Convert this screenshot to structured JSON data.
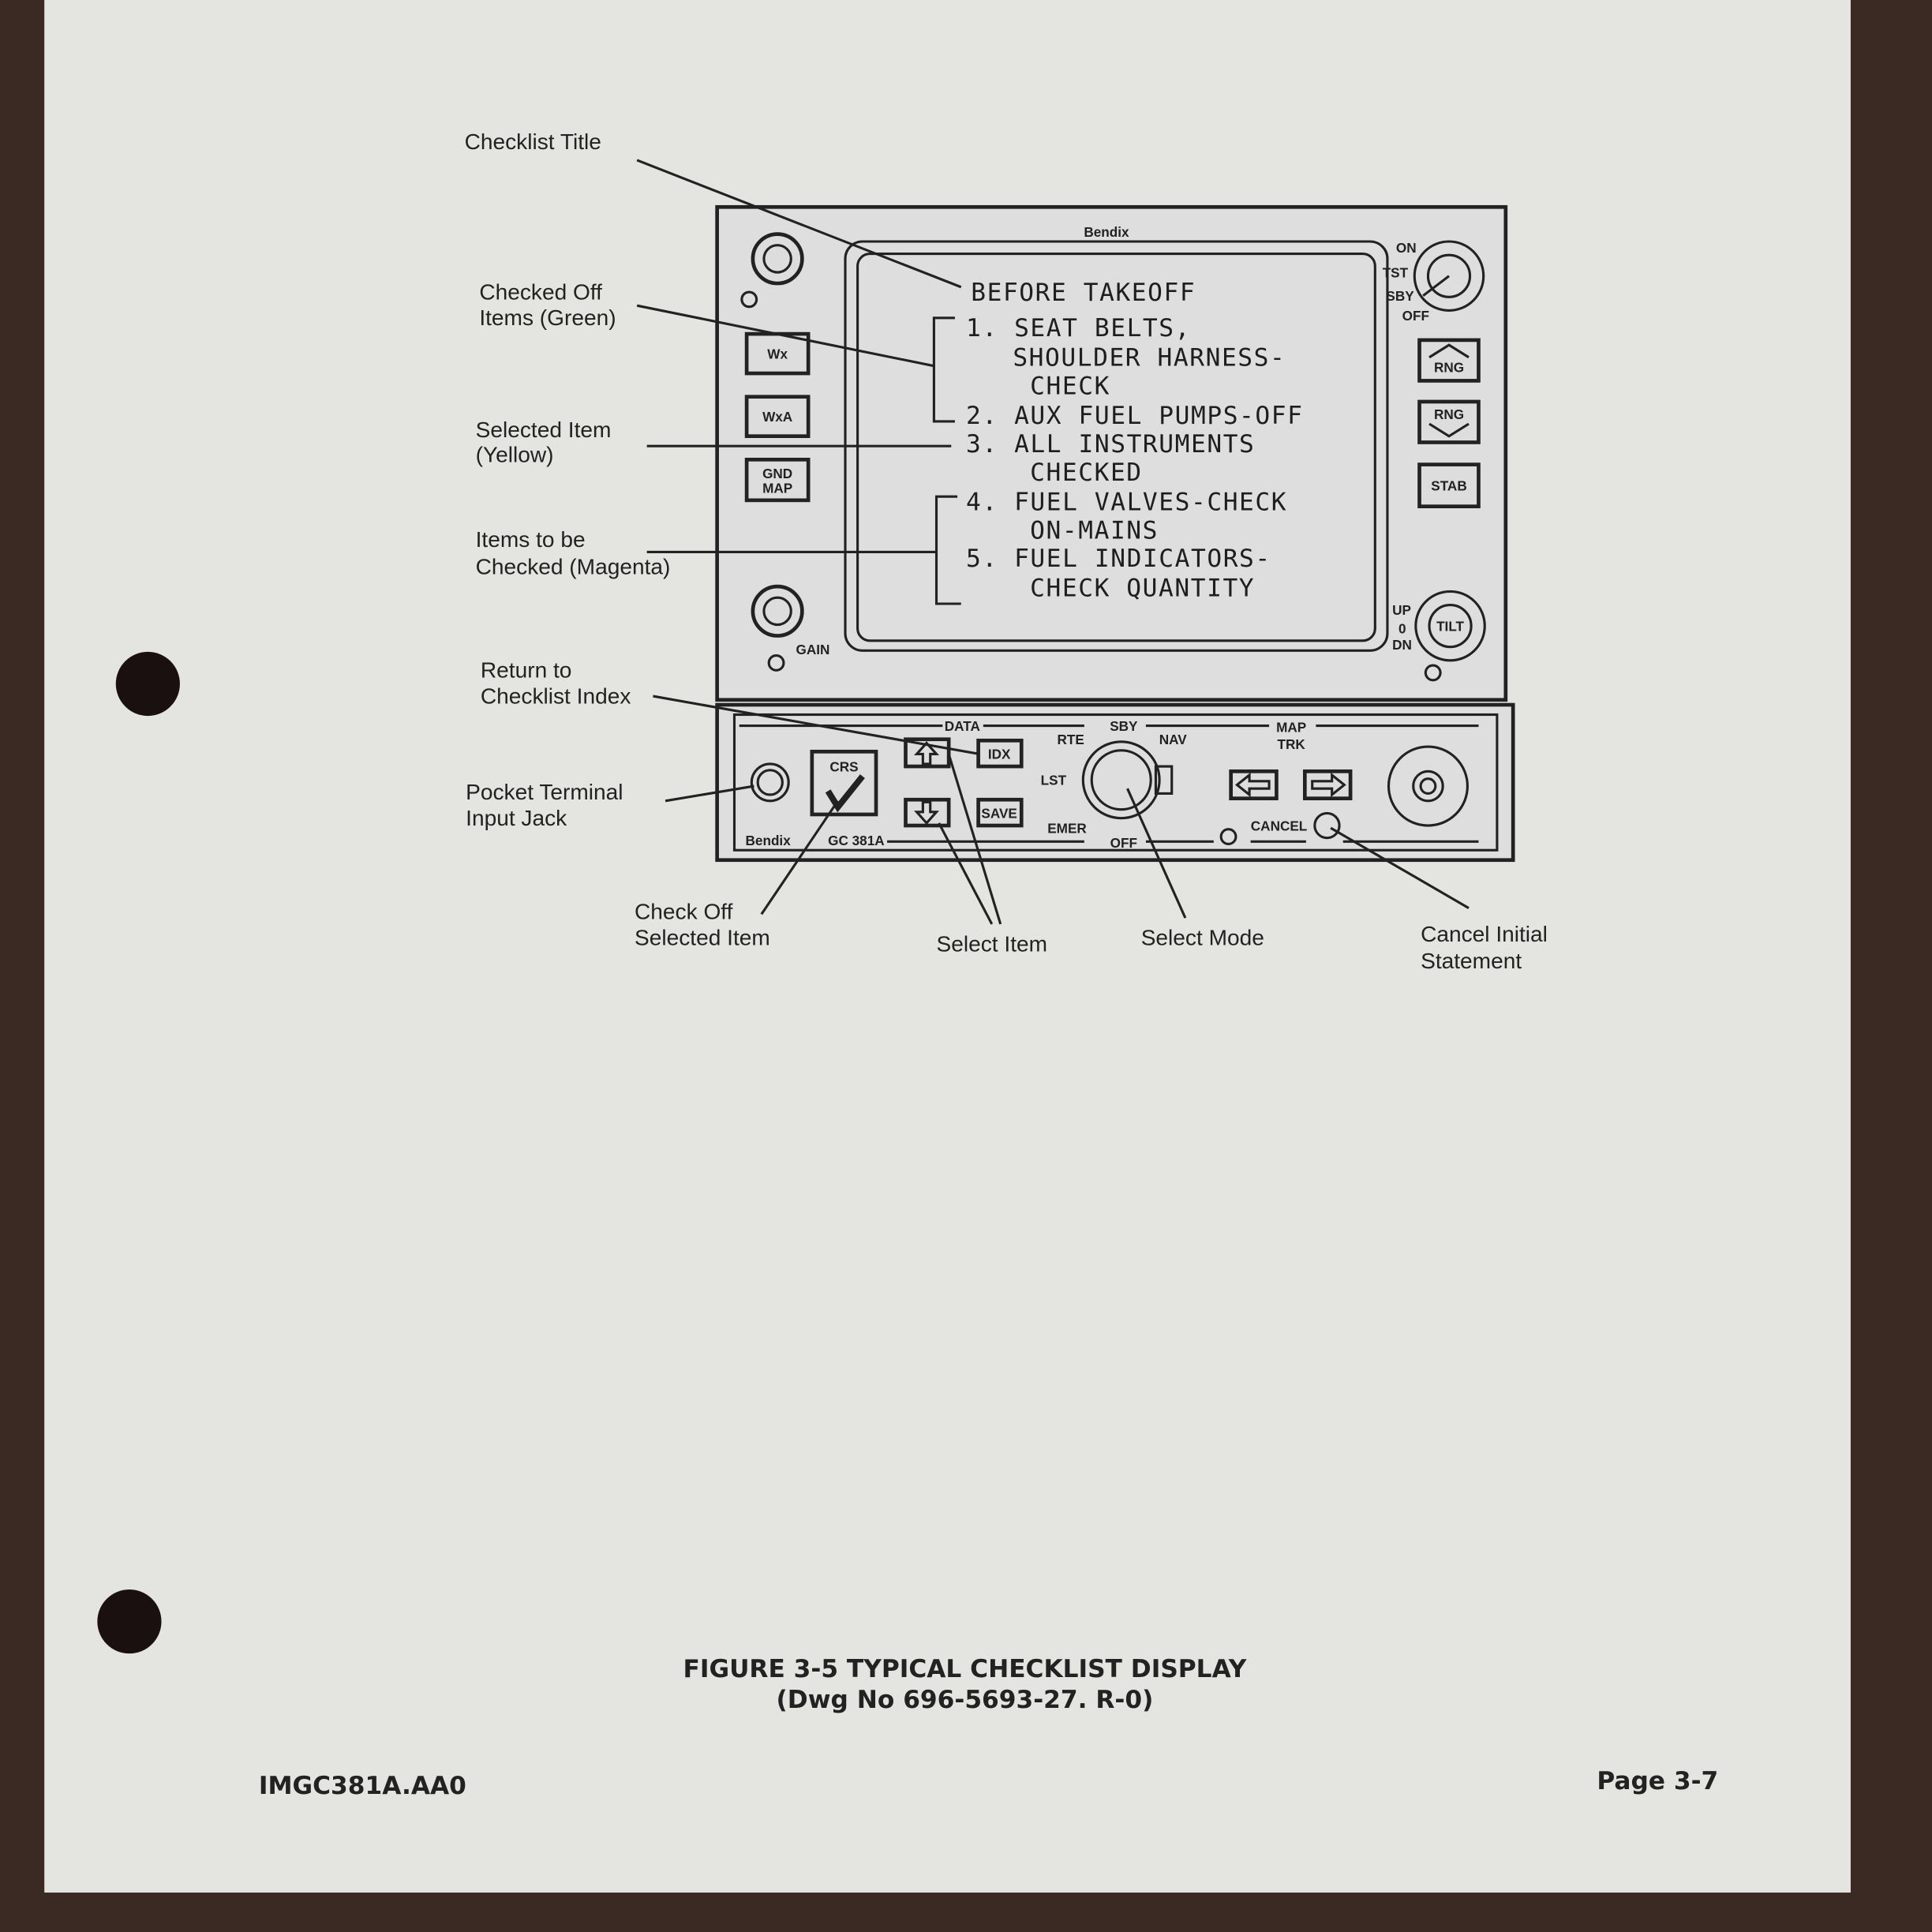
{
  "callouts": {
    "checklist_title": "Checklist Title",
    "checked_off_1": "Checked Off",
    "checked_off_2": "Items (Green)",
    "selected_1": "Selected Item",
    "selected_2": "(Yellow)",
    "to_check_1": "Items to be",
    "to_check_2": "Checked (Magenta)",
    "return_1": "Return to",
    "return_2": "Checklist Index",
    "jack_1": "Pocket Terminal",
    "jack_2": "Input Jack",
    "checkoff_1": "Check Off",
    "checkoff_2": "Selected Item",
    "select_item": "Select Item",
    "select_mode": "Select Mode",
    "cancel_1": "Cancel Initial",
    "cancel_2": "Statement"
  },
  "display": {
    "brand": "Bendix",
    "title": "BEFORE TAKEOFF",
    "lines": [
      "1. SEAT BELTS,",
      "SHOULDER HARNESS-",
      "CHECK",
      "2. AUX FUEL PUMPS-OFF",
      "3. ALL INSTRUMENTS",
      "CHECKED",
      "4. FUEL VALVES-CHECK",
      "ON-MAINS",
      "5. FUEL INDICATORS-",
      "CHECK QUANTITY"
    ],
    "left_buttons": [
      "Wx",
      "WxA",
      "GND",
      "MAP"
    ],
    "gain": "GAIN",
    "power": [
      "ON",
      "TST",
      "SBY",
      "OFF"
    ],
    "right_buttons": [
      "RNG",
      "RNG",
      "STAB"
    ],
    "tilt": {
      "label": "TILT",
      "up": "UP",
      "zero": "0",
      "dn": "DN"
    }
  },
  "controller": {
    "data": "DATA",
    "crs": "CRS",
    "idx": "IDX",
    "save": "SAVE",
    "modes": {
      "rte": "RTE",
      "sby": "SBY",
      "nav": "NAV",
      "lst": "LST",
      "emer": "EMER",
      "off": "OFF"
    },
    "map": "MAP",
    "trk": "TRK",
    "cancel": "CANCEL",
    "brand": "Bendix",
    "model": "GC 381A"
  },
  "caption": {
    "line1": "FIGURE 3-5  TYPICAL CHECKLIST DISPLAY",
    "line2": "(Dwg No 696-5693-27. R-0)"
  },
  "footer": {
    "doc_id": "IMGC381A.AA0",
    "page": "Page 3-7"
  }
}
